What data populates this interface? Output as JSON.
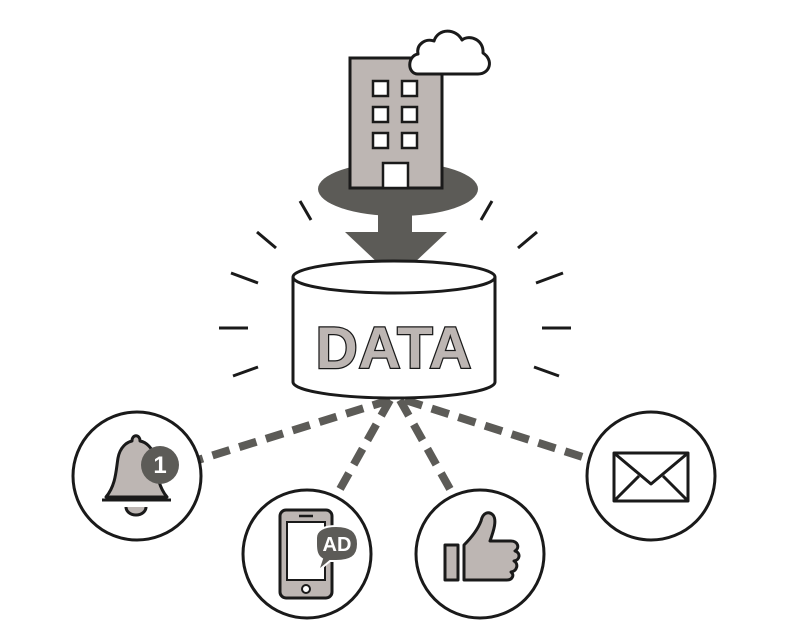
{
  "database": {
    "label": "DATA"
  },
  "icons": {
    "building": "building-icon",
    "cloud": "cloud-icon",
    "arrow": "arrow-down-icon",
    "database": "database-icon",
    "bell": "bell-icon",
    "smartphone": "smartphone-icon",
    "thumbs_up": "thumbs-up-icon",
    "envelope": "envelope-icon"
  },
  "notification": {
    "badge_count": "1"
  },
  "phone_ad": {
    "label": "AD"
  },
  "colors": {
    "outline": "#1a1a1a",
    "fill_gray": "#bdb6b3",
    "dark_gray": "#5c5b57",
    "connector": "#5c5b57",
    "background": "#ffffff"
  }
}
